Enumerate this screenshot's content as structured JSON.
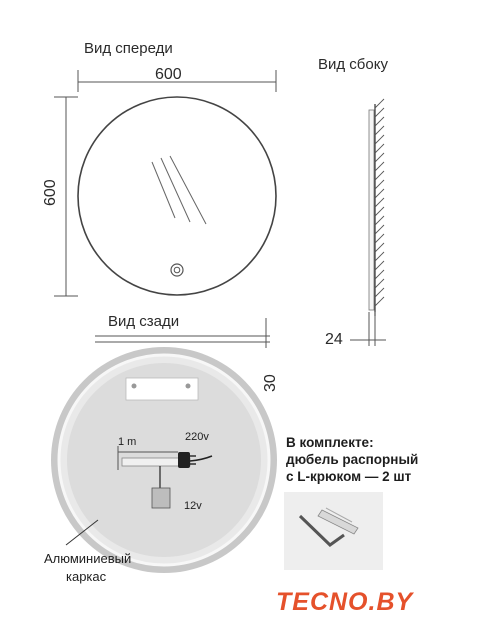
{
  "front": {
    "title": "Вид спереди",
    "width": "600",
    "height": "600"
  },
  "side": {
    "title": "Вид сбоку",
    "depth": "24"
  },
  "back": {
    "title": "Вид сзади",
    "depth": "30",
    "cable_length": "1 m",
    "voltage_in": "220v",
    "voltage_out": "12v",
    "frame_label_line1": "Алюминиевый",
    "frame_label_line2": "каркас"
  },
  "kit": {
    "line1": "В комплекте:",
    "line2": "дюбель распорный",
    "line3": "с L-крюком — 2 шт"
  },
  "brand": {
    "part1": "TECNO",
    "part2": ".BY",
    "color_main": "#e5512b",
    "color_accent": "#3a3a3a"
  }
}
